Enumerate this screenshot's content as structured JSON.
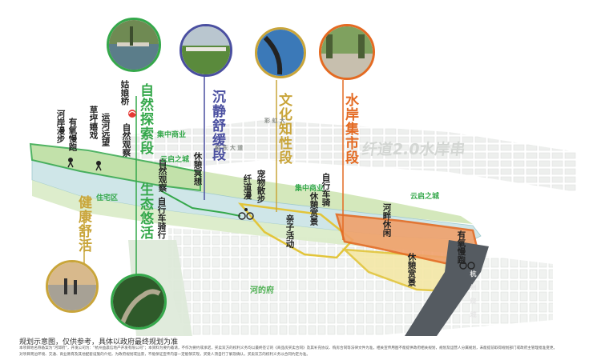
{
  "segments": [
    {
      "name": "自然探索段",
      "color": "#35a84b"
    },
    {
      "name": "生态悠活",
      "color": "#35a84b"
    },
    {
      "name": "沉静舒缓段",
      "color": "#4a4fa0"
    },
    {
      "name": "文化知性段",
      "color": "#c9a53a"
    },
    {
      "name": "水岸集市段",
      "color": "#e46a22"
    },
    {
      "name": "健康舒活",
      "color": "#c9a53a"
    }
  ],
  "activities": {
    "hean_manbu": "河岸漫步",
    "youyang_manpao": "有氧慢跑",
    "caoping_xixi": "草坪嬉戏",
    "yunhe_yuanwang": "运河远望",
    "gugniang_qiao": "姑娘桥",
    "ziran_guancha_1": "自然观察",
    "ziran_guancha_2": "自然观察",
    "xiuxi_mingxiang": "休憩冥想",
    "zixingche_1": "自行车骑行",
    "xianyan_dao": "纤道漫",
    "chongwu_sanbu": "宠物散步",
    "zixingche_2": "自行车骑",
    "xiuxi_guanjing_1": "休憩赏景",
    "qinzi_huodong": "亲子活动",
    "hepan_xiuxian": "河畔休闲",
    "xiuxi_guanjing_2": "休憩赏景",
    "youyang_manpao_2": "有氧慢跑"
  },
  "map_labels": {
    "xiandao_title": "纤道2.0水岸串",
    "jizhong_shangye_1": "集中商业",
    "jizhong_shangye_2": "集中商业",
    "yunqi_zhicheng_1": "云启之城",
    "yunqi_zhicheng_2": "云启之城",
    "zhuqi_tiantian": "住宅区",
    "hebaifu": "河的府",
    "road_1": "船 东 大 道",
    "road_2": "彩 虹 大",
    "road_3": "杭 州 绕 城"
  },
  "footer": {
    "line1": "规划示意图，仅供参考，具体以政府最终规划为准",
    "line2": "本项目地名称备案为“河邱府”，开发公司为：“杭州益晨信地产开发有限公司”；本资料为要约邀请，不作为要约或承诺，买卖双方的权利义务均以最终签订的《商品房买卖合同》及其补充协议、购房合同等法律文件为准，相关宣传用图不能提供政府相关规划，规划及运营人分属规划，未能提前取得规划部门或政府主管理批准变更。",
    "line3": "对项目周边环境、交通、商业教育及其他配套设施的介绍，为政府规划或远景，不能保证宣传内容一定能够实现，买受人须自行了解及确认，买卖双方的权利义务以合同约定为准。"
  },
  "colors": {
    "green": "#35a84b",
    "blue": "#4a4fa0",
    "gold": "#c9a53a",
    "orange": "#e46a22",
    "water": "#cfe6e8",
    "red_marker": "#e53935"
  },
  "icons": [
    "runner-icon",
    "cyclist-icon",
    "bridge-marker-icon",
    "footprint-icon"
  ]
}
